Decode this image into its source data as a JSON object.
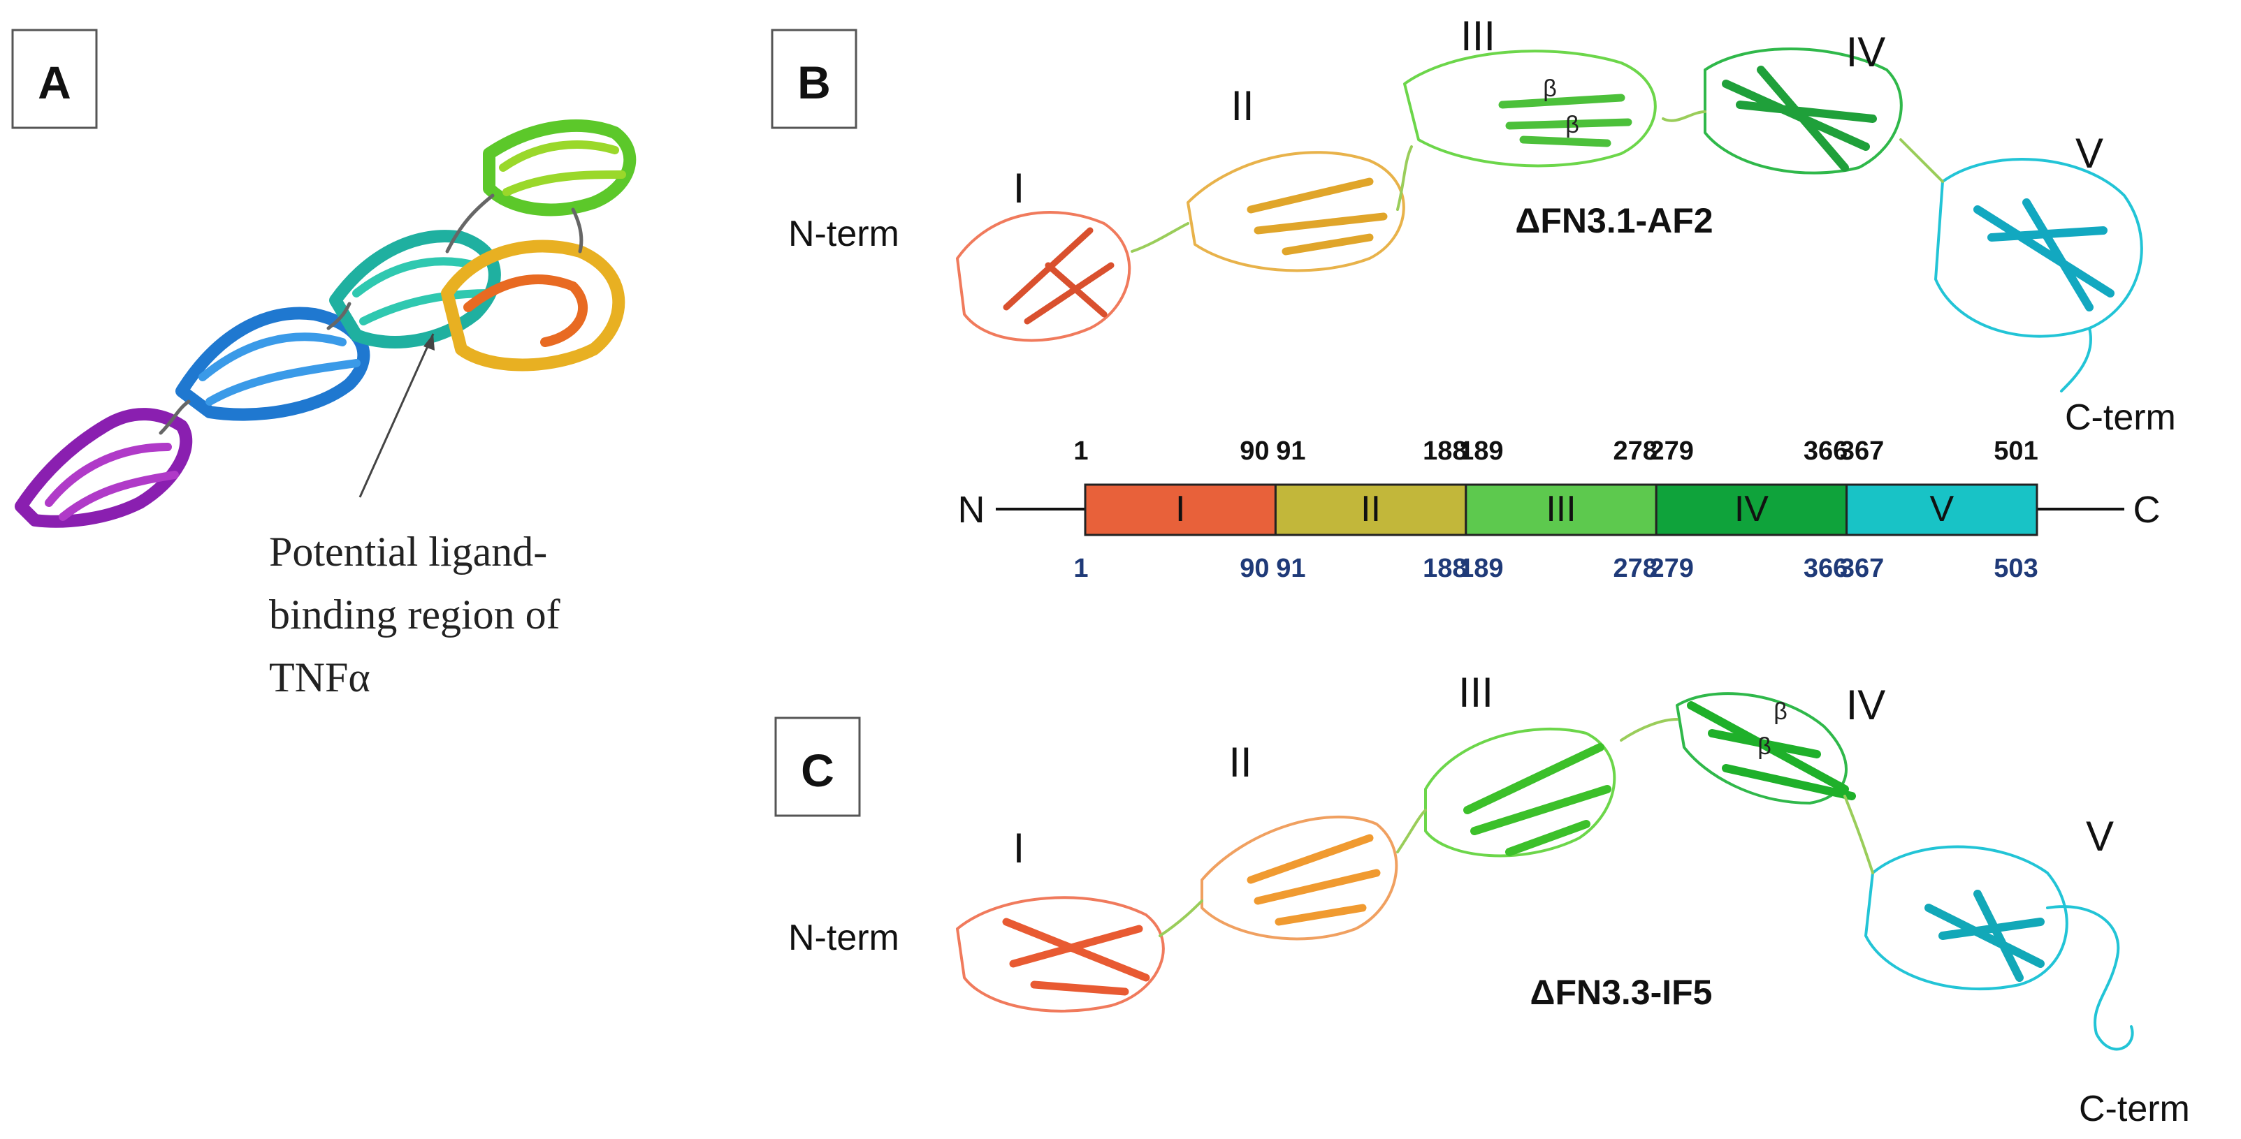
{
  "panels": {
    "a": {
      "letter": "A"
    },
    "b": {
      "letter": "B",
      "model_label": "ΔFN3.1-AF2"
    },
    "c": {
      "letter": "C",
      "model_label": "ΔFN3.3-IF5"
    }
  },
  "annotation": {
    "line1": "Potential ligand-",
    "line2": "binding region of",
    "line3": "TNFα"
  },
  "termini": {
    "n_term": "N-term",
    "c_term": "C-term",
    "n": "N",
    "c": "C"
  },
  "domains": [
    {
      "roman": "I",
      "color": "#E8613A",
      "top_start": "1",
      "top_end": "90",
      "bottom_start": "1",
      "bottom_end": "90"
    },
    {
      "roman": "II",
      "color": "#C2B73A",
      "top_start": "91",
      "top_end": "188",
      "bottom_start": "91",
      "bottom_end": "188"
    },
    {
      "roman": "III",
      "color": "#5DC94E",
      "top_start": "189",
      "top_end": "278",
      "bottom_start": "189",
      "bottom_end": "278"
    },
    {
      "roman": "IV",
      "color": "#0FA33B",
      "top_start": "279",
      "top_end": "366",
      "bottom_start": "279",
      "bottom_end": "366"
    },
    {
      "roman": "V",
      "color": "#18C3C6",
      "top_start": "367",
      "top_end": "501",
      "bottom_start": "367",
      "bottom_end": "503"
    }
  ],
  "beta_symbol": "β",
  "colors": {
    "domain_I_ribbon": "#F07A5C",
    "domain_II_ribbon": "#E8B24A",
    "domain_III_ribbon": "#6CD64A",
    "domain_IV_ribbon": "#2FB84A",
    "domain_V_ribbon": "#22C4D6",
    "bottom_number_color": "#1F3A78"
  }
}
